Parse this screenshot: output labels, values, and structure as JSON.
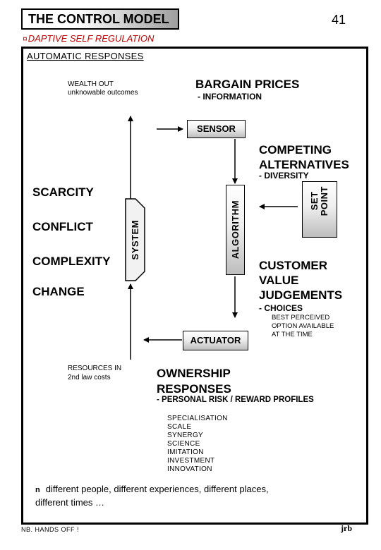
{
  "header": {
    "title": "THE CONTROL MODEL",
    "page_number": "41",
    "subtitle_mark": "¤",
    "subtitle": "DAPTIVE SELF REGULATION"
  },
  "section_title": "AUTOMATIC RESPONSES",
  "diagram": {
    "wealth_out": "WEALTH OUT",
    "unknowable": "unknowable outcomes",
    "bargain_prices": "BARGAIN PRICES",
    "information": "- INFORMATION",
    "sensor": "SENSOR",
    "competing": "COMPETING",
    "alternatives": "ALTERNATIVES",
    "diversity": "- DIVERSITY",
    "set_point_1": "SET",
    "set_point_2": "POINT",
    "algorithm": "ALGORITHM",
    "system": "SYSTEM",
    "scarcity": "SCARCITY",
    "conflict": "CONFLICT",
    "complexity": "COMPLEXITY",
    "change": "CHANGE",
    "customer": "CUSTOMER",
    "value": "VALUE",
    "judgements": "JUDGEMENTS",
    "choices": "- CHOICES",
    "best_1": "BEST PERCEIVED",
    "best_2": "OPTION AVAILABLE",
    "best_3": "AT THE TIME",
    "actuator": "ACTUATOR",
    "resources_1": "RESOURCES IN",
    "resources_2": "2nd law costs",
    "ownership": "OWNERSHIP",
    "responses": "RESPONSES",
    "risk": "- PERSONAL RISK / REWARD PROFILES"
  },
  "list_items": [
    "SPECIALISATION",
    "SCALE",
    "SYNERGY",
    "SCIENCE",
    "IMITATION",
    "INVESTMENT",
    "INNOVATION"
  ],
  "bullet_mark": "n",
  "bullet_text_1": "different people, different experiences, different places,",
  "bullet_text_2": "different times …",
  "footer": {
    "note": "NB.  HANDS OFF !",
    "initials": "jrb"
  },
  "colors": {
    "accent_red": "#c00000",
    "box_gray": "#bdbdbd"
  }
}
